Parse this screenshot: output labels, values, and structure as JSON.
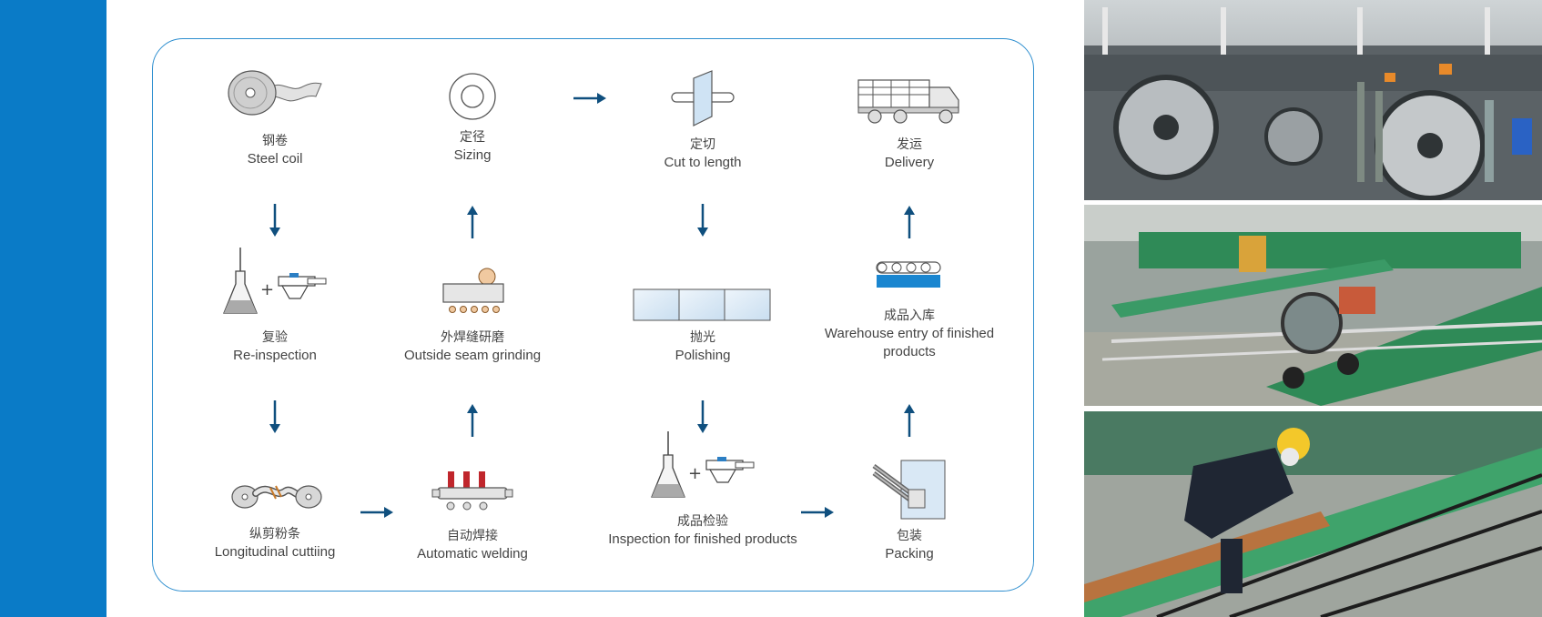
{
  "steps": [
    {
      "id": "steel-coil",
      "zh": "钢卷",
      "en": "Steel coil",
      "icon": "steel-coil-icon"
    },
    {
      "id": "re-inspection",
      "zh": "复验",
      "en": "Re-inspection",
      "icon": "flask-caliper-icon"
    },
    {
      "id": "longitudinal-cutting",
      "zh": "纵剪粉条",
      "en": "Longitudinal cuttiing",
      "icon": "slitting-icon"
    },
    {
      "id": "automatic-welding",
      "zh": "自动焊接",
      "en": "Automatic welding",
      "icon": "welding-icon"
    },
    {
      "id": "outside-seam-grinding",
      "zh": "外焊缝研磨",
      "en": "Outside seam grinding",
      "icon": "grinding-icon"
    },
    {
      "id": "sizing",
      "zh": "定径",
      "en": "Sizing",
      "icon": "sizing-ring-icon"
    },
    {
      "id": "cut-to-length",
      "zh": "定切",
      "en": "Cut to length",
      "icon": "saw-blade-icon"
    },
    {
      "id": "polishing",
      "zh": "抛光",
      "en": "Polishing",
      "icon": "polishing-panels-icon"
    },
    {
      "id": "final-inspection",
      "zh": "成品检验",
      "en": "Inspection for finished products",
      "icon": "flask-caliper-icon"
    },
    {
      "id": "packing",
      "zh": "包装",
      "en": "Packing",
      "icon": "pipe-bundle-icon"
    },
    {
      "id": "warehouse-entry",
      "zh": "成品入库",
      "en": "Warehouse entry of finished products",
      "icon": "stacked-pipes-icon"
    },
    {
      "id": "delivery",
      "zh": "发运",
      "en": "Delivery",
      "icon": "truck-icon"
    }
  ],
  "colors": {
    "accent": "#0a7bc7",
    "arrow": "#0f4f7e",
    "panel_border": "#2d8ecf"
  },
  "photos": [
    {
      "name": "factory-floor-photo",
      "icon": "coil-machines-photo"
    },
    {
      "name": "production-line-photo",
      "icon": "green-line-photo"
    },
    {
      "name": "worker-inspection-photo",
      "icon": "worker-photo"
    }
  ]
}
